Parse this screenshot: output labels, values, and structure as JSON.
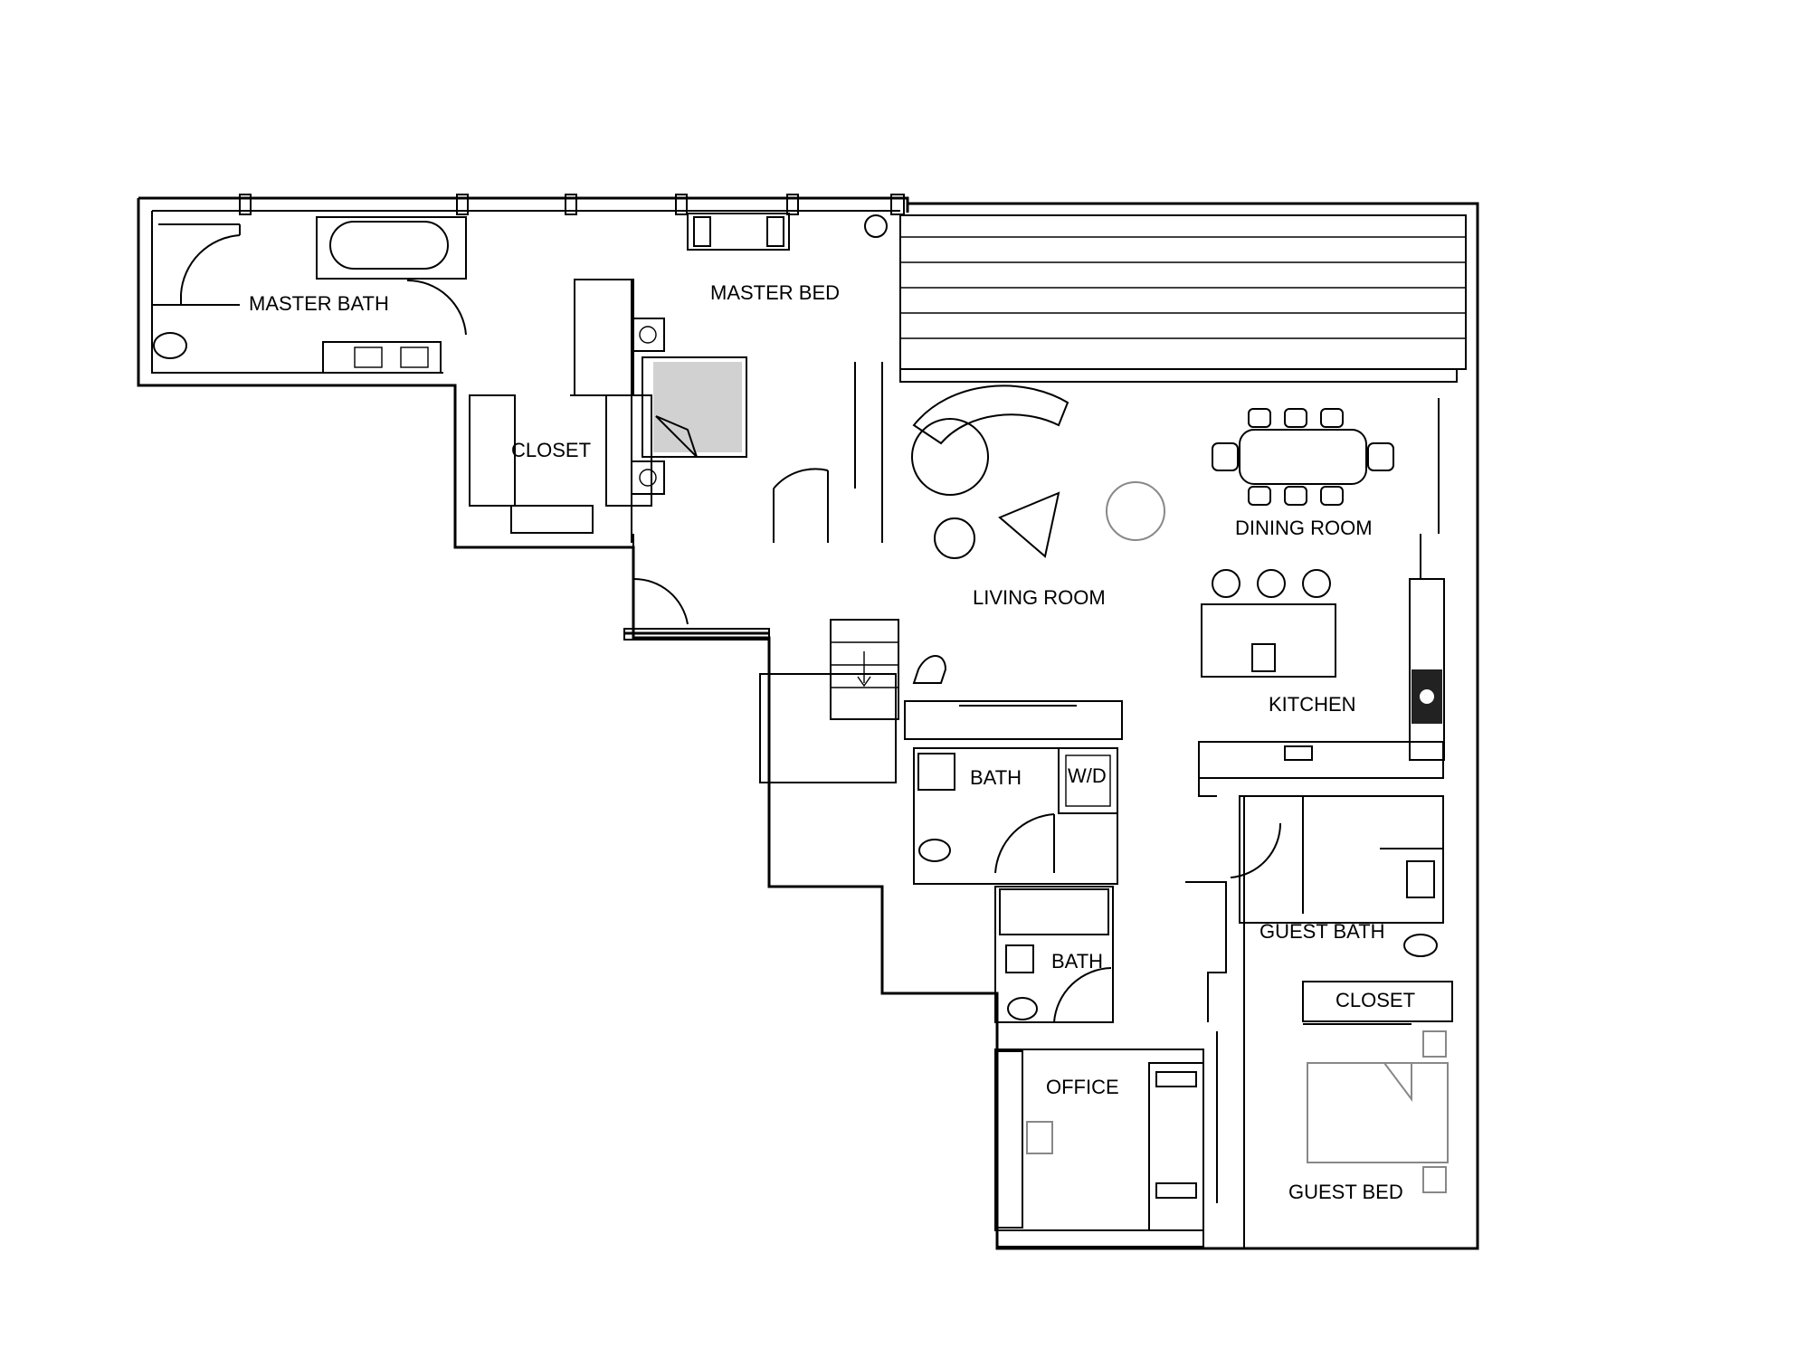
{
  "rooms": {
    "master_bath": "MASTER BATH",
    "master_bed": "MASTER BED",
    "closet_master": "CLOSET",
    "living_room": "LIVING ROOM",
    "dining_room": "DINING ROOM",
    "kitchen": "KITCHEN",
    "bath_1": "BATH",
    "washer_dryer": "W/D",
    "bath_2": "BATH",
    "guest_bath": "GUEST BATH",
    "closet_guest": "CLOSET",
    "office": "OFFICE",
    "guest_bed": "GUEST BED"
  }
}
